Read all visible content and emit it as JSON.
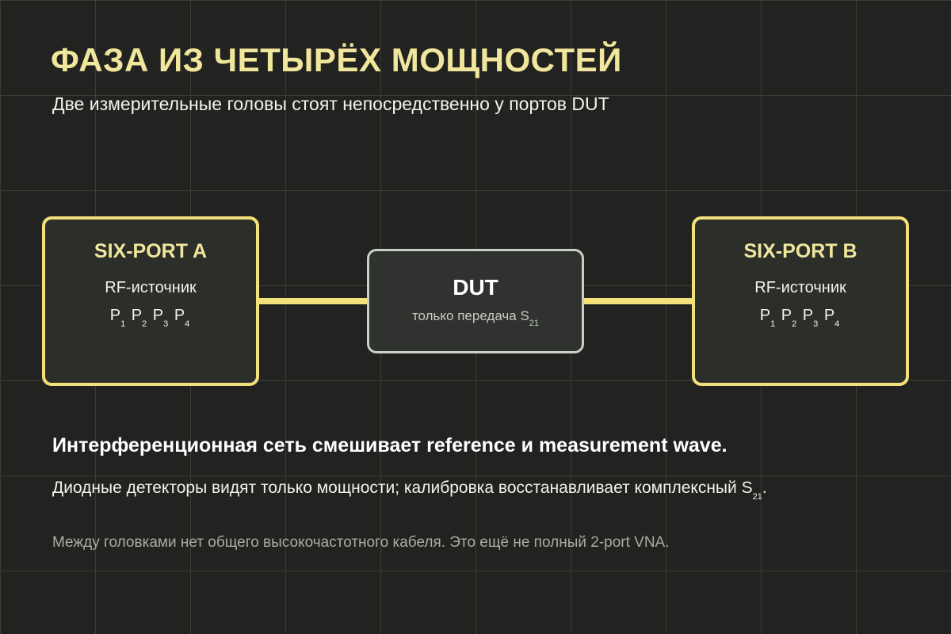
{
  "title": "ФАЗА ИЗ ЧЕТЫРЁХ МОЩНОСТЕЙ",
  "subtitle": "Две измерительные головы стоят непосредственно у портов DUT",
  "box_a": {
    "name": "SIX-PORT A",
    "source": "RF-источник",
    "ports": [
      {
        "letter": "P",
        "index": "1"
      },
      {
        "letter": "P",
        "index": "2"
      },
      {
        "letter": "P",
        "index": "3"
      },
      {
        "letter": "P",
        "index": "4"
      }
    ]
  },
  "dut": {
    "name": "DUT",
    "desc_prefix": "только передача S",
    "desc_sub": "21"
  },
  "box_b": {
    "name": "SIX-PORT B",
    "source": "RF-источник",
    "ports": [
      {
        "letter": "P",
        "index": "1"
      },
      {
        "letter": "P",
        "index": "2"
      },
      {
        "letter": "P",
        "index": "3"
      },
      {
        "letter": "P",
        "index": "4"
      }
    ]
  },
  "bold_line": "Интерференционная сеть смешивает reference и measurement wave.",
  "detect": {
    "prefix": "Диодные детекторы видят только мощности; калибровка восстанавливает комплексный S",
    "sub": "21",
    "suffix": "."
  },
  "note": "Между головками нет общего высокочастотного кабеля. Это ещё не полный 2-port VNA.",
  "colors": {
    "background": "#222320",
    "grid": "#3a3c37",
    "accent": "#f2e07a",
    "title": "#f0e69c",
    "dut_border": "#c8d0c4"
  }
}
